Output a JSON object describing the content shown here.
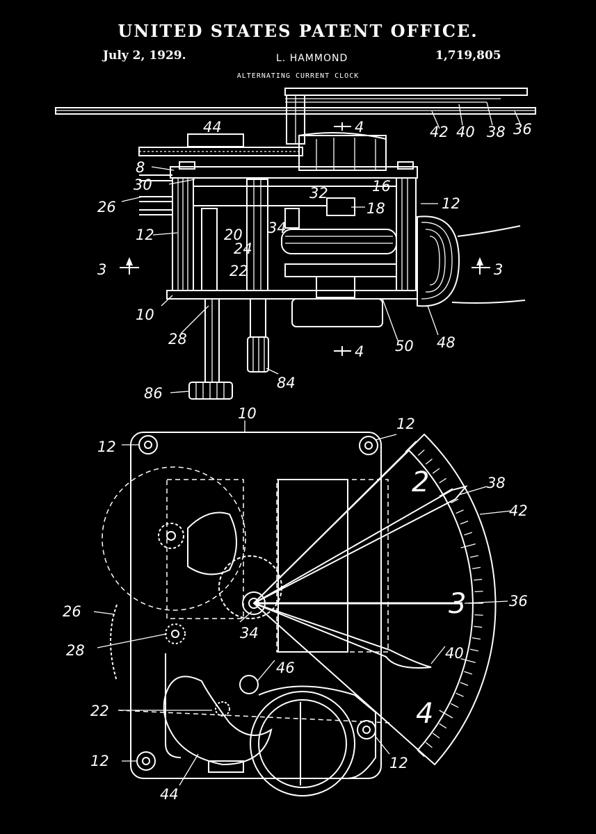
{
  "header": {
    "office": "UNITED STATES PATENT OFFICE.",
    "date": "July 2, 1929.",
    "inventor": "L. HAMMOND",
    "patent_number": "1,719,805",
    "title": "ALTERNATING CURRENT CLOCK"
  },
  "fig1_refs": {
    "r44": "44",
    "r11_top": "4",
    "r11_bot": "4",
    "r42": "42",
    "r40": "40",
    "r38": "38",
    "r36": "36",
    "r8": "8",
    "r30": "30",
    "r26": "26",
    "r12_left": "12",
    "r12_right": "12",
    "r32": "32",
    "r16": "16",
    "r18": "18",
    "r20": "20",
    "r24": "24",
    "r34": "34",
    "r3_left": "3",
    "r3_right": "3",
    "r22": "22",
    "r10": "10",
    "r28": "28",
    "r50": "50",
    "r48": "48",
    "r84": "84",
    "r86": "86"
  },
  "fig2_refs": {
    "r10": "10",
    "r12_tl": "12",
    "r12_tr": "12",
    "r12_bl": "12",
    "r12_br": "12",
    "r38": "38",
    "r42": "42",
    "r36": "36",
    "r40": "40",
    "r26": "26",
    "r28": "28",
    "r34": "34",
    "r46": "46",
    "r22": "22",
    "r44": "44"
  },
  "dial_numerals": {
    "two": "2",
    "three": "3",
    "four": "4"
  },
  "colors": {
    "background": "#000000",
    "ink": "#ffffff"
  }
}
